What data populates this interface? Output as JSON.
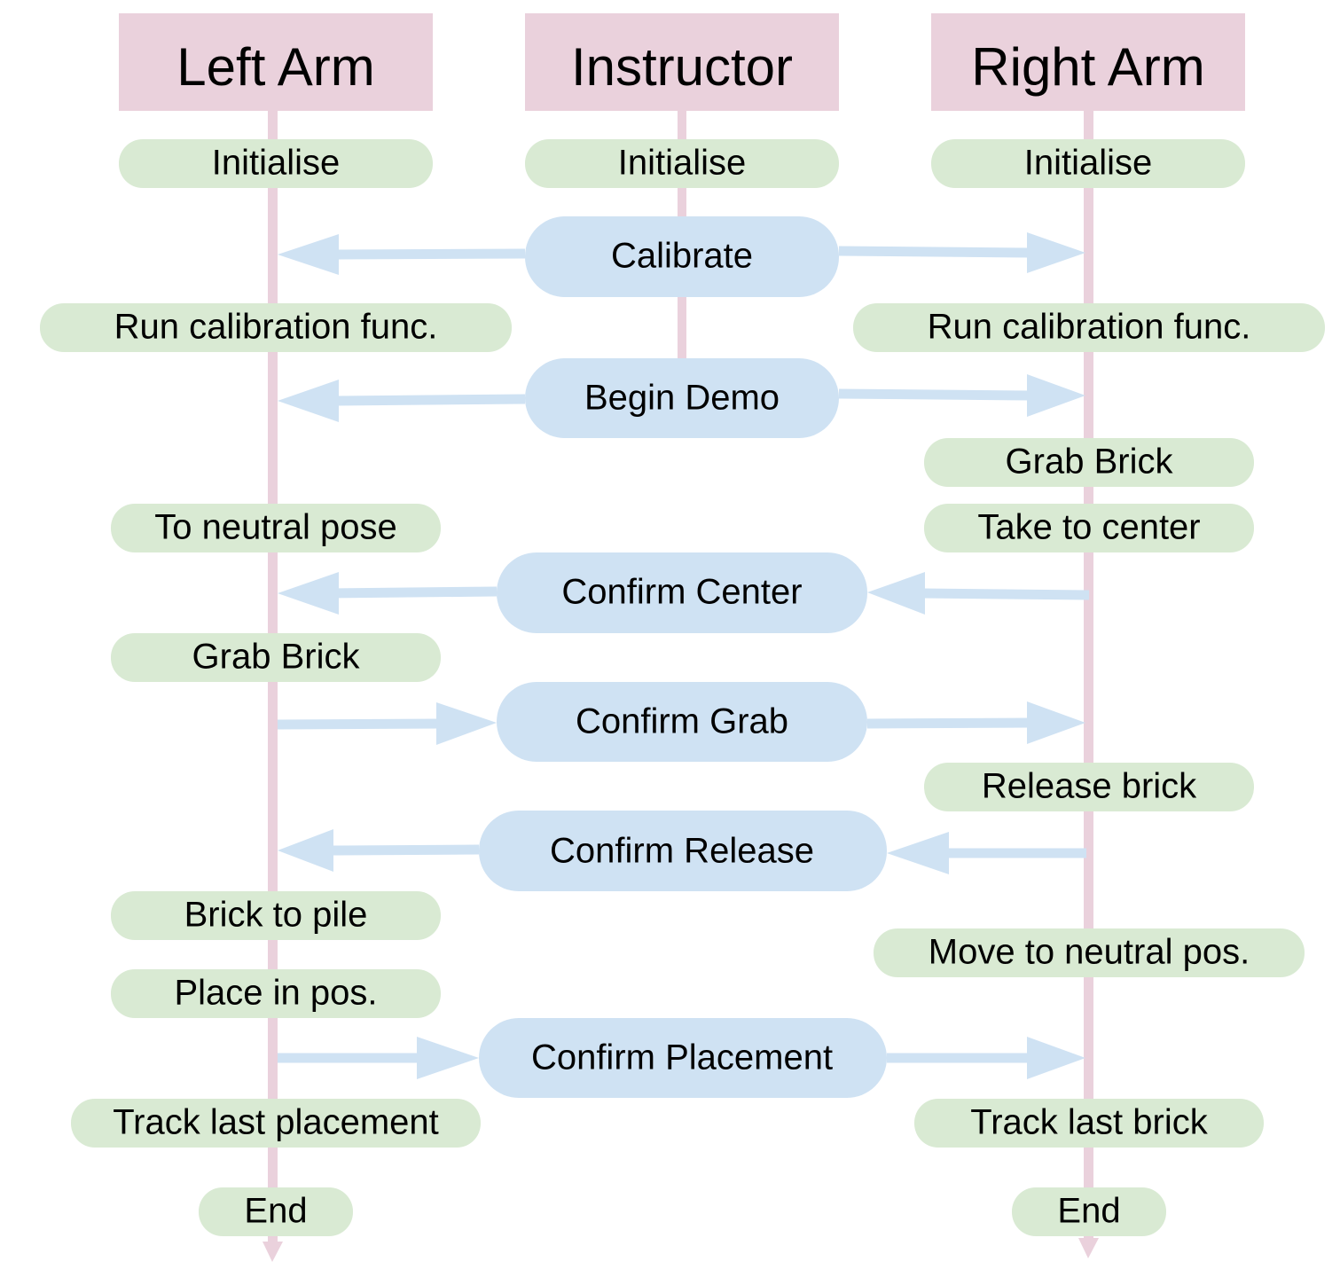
{
  "lanes": {
    "left": "Left Arm",
    "instructor": "Instructor",
    "right": "Right Arm"
  },
  "steps": {
    "left_initialise": "Initialise",
    "instructor_initialise": "Initialise",
    "right_initialise": "Initialise",
    "left_run_calibration": "Run calibration func.",
    "right_run_calibration": "Run calibration func.",
    "right_grab_brick": "Grab Brick",
    "left_to_neutral": "To neutral pose",
    "right_take_to_center": "Take to center",
    "left_grab_brick": "Grab Brick",
    "right_release_brick": "Release brick",
    "left_brick_to_pile": "Brick to pile",
    "right_move_to_neutral": "Move to neutral pos.",
    "left_place_in_pos": "Place in pos.",
    "left_track_last_placement": "Track last placement",
    "right_track_last_brick": "Track last brick",
    "left_end": "End",
    "right_end": "End"
  },
  "messages": {
    "calibrate": "Calibrate",
    "begin_demo": "Begin Demo",
    "confirm_center": "Confirm Center",
    "confirm_grab": "Confirm Grab",
    "confirm_release": "Confirm Release",
    "confirm_placement": "Confirm Placement"
  },
  "colors": {
    "lane_header": "#ead1dc",
    "lane_line": "#ead1dc",
    "step_box": "#d9ead3",
    "message_box": "#cfe2f3",
    "arrow": "#cfe2f3",
    "text": "#000000"
  }
}
